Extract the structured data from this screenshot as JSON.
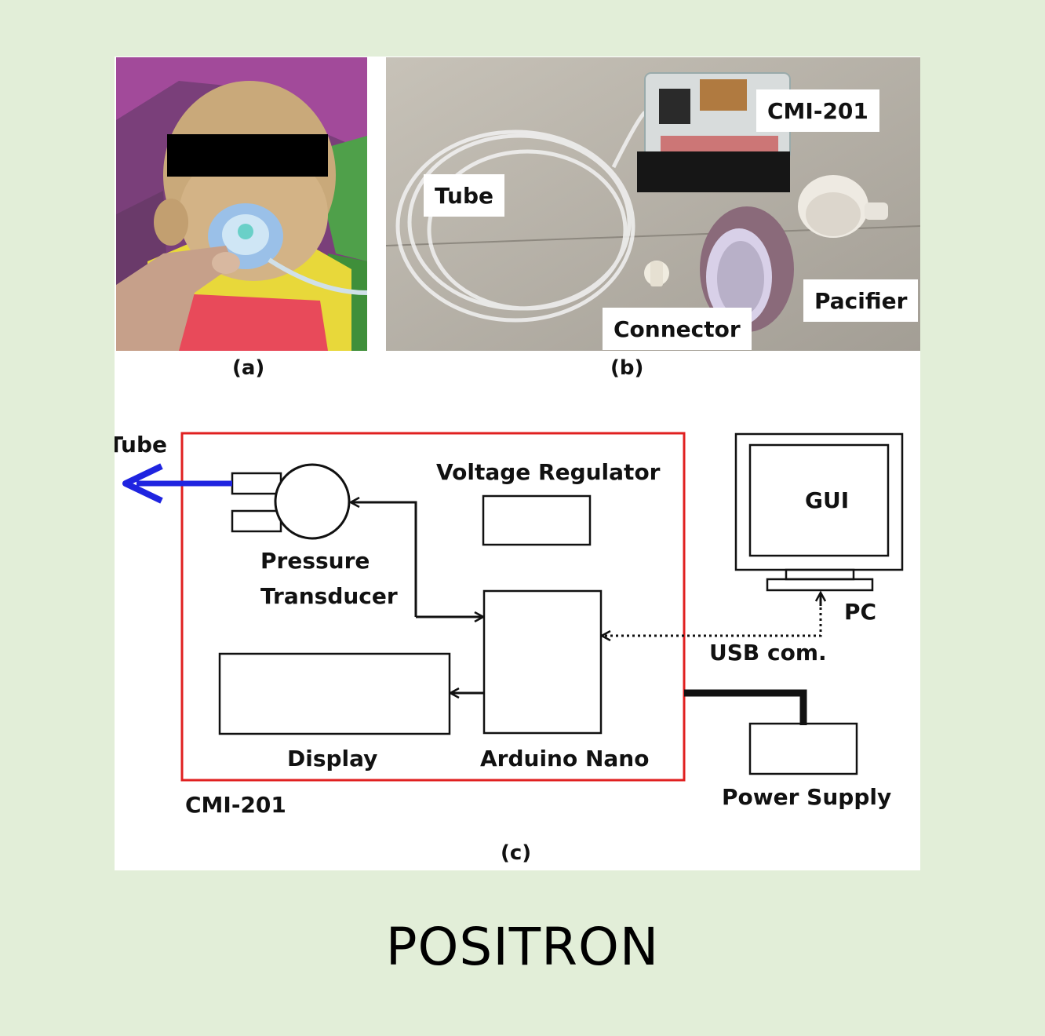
{
  "panel_a": {
    "caption": "(a)"
  },
  "panel_b": {
    "caption": "(b)",
    "labels": {
      "device": "CMI-201",
      "tube": "Tube",
      "pacifier": "Pacifier",
      "connector": "Connector"
    }
  },
  "panel_c": {
    "caption": "(c)",
    "tube_label": "Tube",
    "voltage_regulator": "Voltage Regulator",
    "pressure_transducer_line1": "Pressure",
    "pressure_transducer_line2": "Transducer",
    "display": "Display",
    "arduino": "Arduino Nano",
    "device_name": "CMI-201",
    "gui": "GUI",
    "pc": "PC",
    "usb": "USB com.",
    "power_supply": "Power Supply"
  },
  "colors": {
    "page_background": "#e2eed8",
    "device_border": "#e02020",
    "tube_arrow": "#1f24e0"
  },
  "footer": {
    "brand": "POSITRON"
  }
}
